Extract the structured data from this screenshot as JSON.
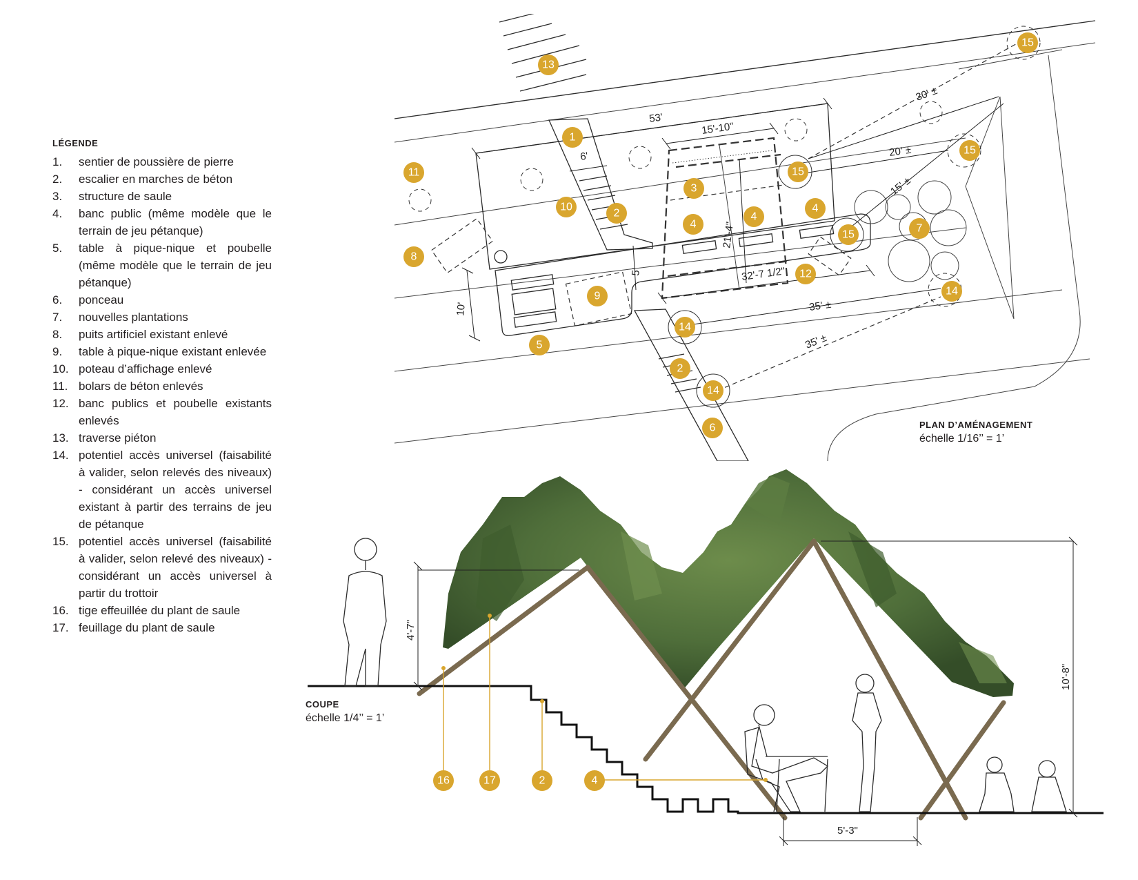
{
  "legend": {
    "title": "LÉGENDE",
    "items": [
      {
        "num": "1.",
        "text": "sentier de poussière de pierre"
      },
      {
        "num": "2.",
        "text": "escalier en marches de béton"
      },
      {
        "num": "3.",
        "text": "structure de saule"
      },
      {
        "num": "4.",
        "text": "banc public (même modèle que le terrain de jeu pétanque)"
      },
      {
        "num": "5.",
        "text": "table à pique-nique et poubelle (même modèle que le terrain de jeu pétanque)"
      },
      {
        "num": "6.",
        "text": "ponceau"
      },
      {
        "num": "7.",
        "text": "nouvelles plantations"
      },
      {
        "num": "8.",
        "text": "puits artificiel existant enlevé"
      },
      {
        "num": "9.",
        "text": "table à pique-nique existant enlevée"
      },
      {
        "num": "10.",
        "text": "poteau d’affichage enlevé"
      },
      {
        "num": "11.",
        "text": "bolars de béton enlevés"
      },
      {
        "num": "12.",
        "text": "banc publics et poubelle existants enlevés"
      },
      {
        "num": "13.",
        "text": "traverse piéton"
      },
      {
        "num": "14.",
        "text": "potentiel accès universel (faisabilité à valider, selon relevés des niveaux) - considérant un accès universel existant à partir des terrains de jeu de pétanque"
      },
      {
        "num": "15.",
        "text": "potentiel accès universel (faisabilité à valider, selon relevé des niveaux) - considérant un accès universel à partir du trottoir"
      },
      {
        "num": "16.",
        "text": "tige effeuillée du plant de saule"
      },
      {
        "num": "17.",
        "text": "feuillage du plant de saule"
      }
    ]
  },
  "plan": {
    "title": "PLAN D’AMÉNAGEMENT",
    "scale": "échelle 1/16’’ = 1’",
    "dimensions": {
      "d53": "53'",
      "d6": "6'",
      "d15_10": "15'-10\"",
      "d21_4": "21'-4\"",
      "d5": "5'",
      "d10": "10'",
      "d32_7": "32'-7 1/2\"",
      "d30": "30' ±",
      "d20": "20' ±",
      "d15": "15' ±",
      "d35a": "35' ±",
      "d35b": "35' ±"
    },
    "markers": {
      "m1": "1",
      "m2a": "2",
      "m2b": "2",
      "m3": "3",
      "m4a": "4",
      "m4b": "4",
      "m4c": "4",
      "m5": "5",
      "m6": "6",
      "m7": "7",
      "m8": "8",
      "m9": "9",
      "m10": "10",
      "m11": "11",
      "m12": "12",
      "m13": "13",
      "m14a": "14",
      "m14b": "14",
      "m14c": "14",
      "m15a": "15",
      "m15b": "15",
      "m15c": "15",
      "m15d": "15"
    }
  },
  "section": {
    "title": "COUPE",
    "scale": "échelle 1/4’’ = 1’",
    "dimensions": {
      "h1": "4'-7\"",
      "h2": "10'-8\"",
      "w1": "5'-3\""
    },
    "markers": {
      "m16": "16",
      "m17": "17",
      "m2": "2",
      "m4": "4"
    }
  },
  "colors": {
    "marker": "#d9a62e",
    "foliage": "#4f6e3a",
    "pole": "#7a6a4f"
  }
}
